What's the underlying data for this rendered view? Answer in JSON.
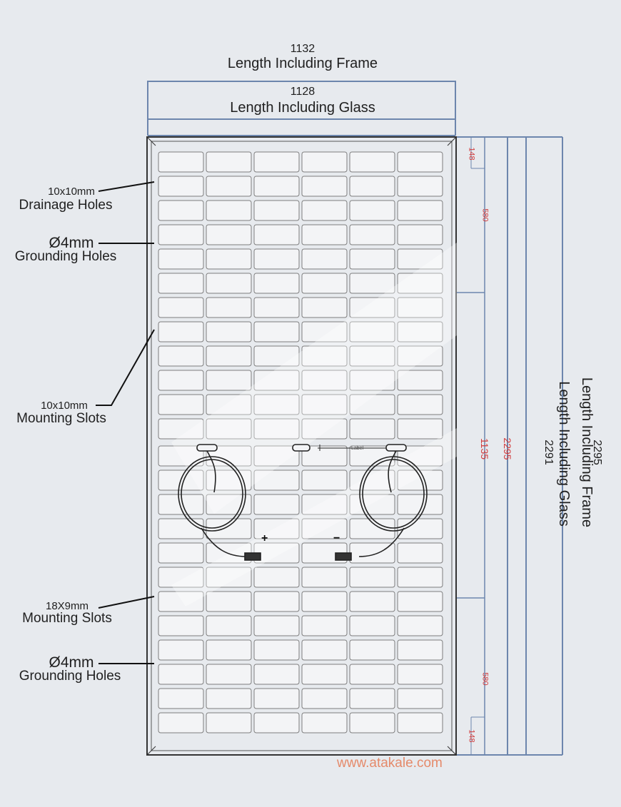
{
  "top_dims": {
    "frame_value": "1132",
    "frame_label": "Length Including Frame",
    "glass_value": "1128",
    "glass_label": "Length Including Glass"
  },
  "left_callouts": [
    {
      "size": "10x10mm",
      "desc": "Drainage Holes"
    },
    {
      "size": "Ø4mm",
      "desc": "Grounding Holes"
    },
    {
      "size": "10x10mm",
      "desc": "Mounting Slots"
    },
    {
      "size": "18X9mm",
      "desc": "Mounting Slots"
    },
    {
      "size": "Ø4mm",
      "desc": "Grounding Holes"
    }
  ],
  "right_dims": {
    "top_offset": "148",
    "top_span": "580",
    "middle_span": "1135",
    "bottom_span": "580",
    "bottom_offset": "148",
    "inner_total": "2295",
    "glass_value": "2291",
    "glass_label": "Length Including Glass",
    "frame_value": "2295",
    "frame_label": "Length Including Frame"
  },
  "panel": {
    "columns": 6,
    "rows": 24,
    "junction_label": "Label",
    "plus_symbol": "+",
    "minus_symbol": "−"
  },
  "colors": {
    "background": "#e7eaee",
    "dimension_blue": "#6d86ad",
    "dimension_red": "#d23a3a",
    "panel_frame": "#333333",
    "cell_fill": "#f3f4f6",
    "cell_stroke": "#7d7d7d"
  },
  "watermark": "www.atakale.com"
}
